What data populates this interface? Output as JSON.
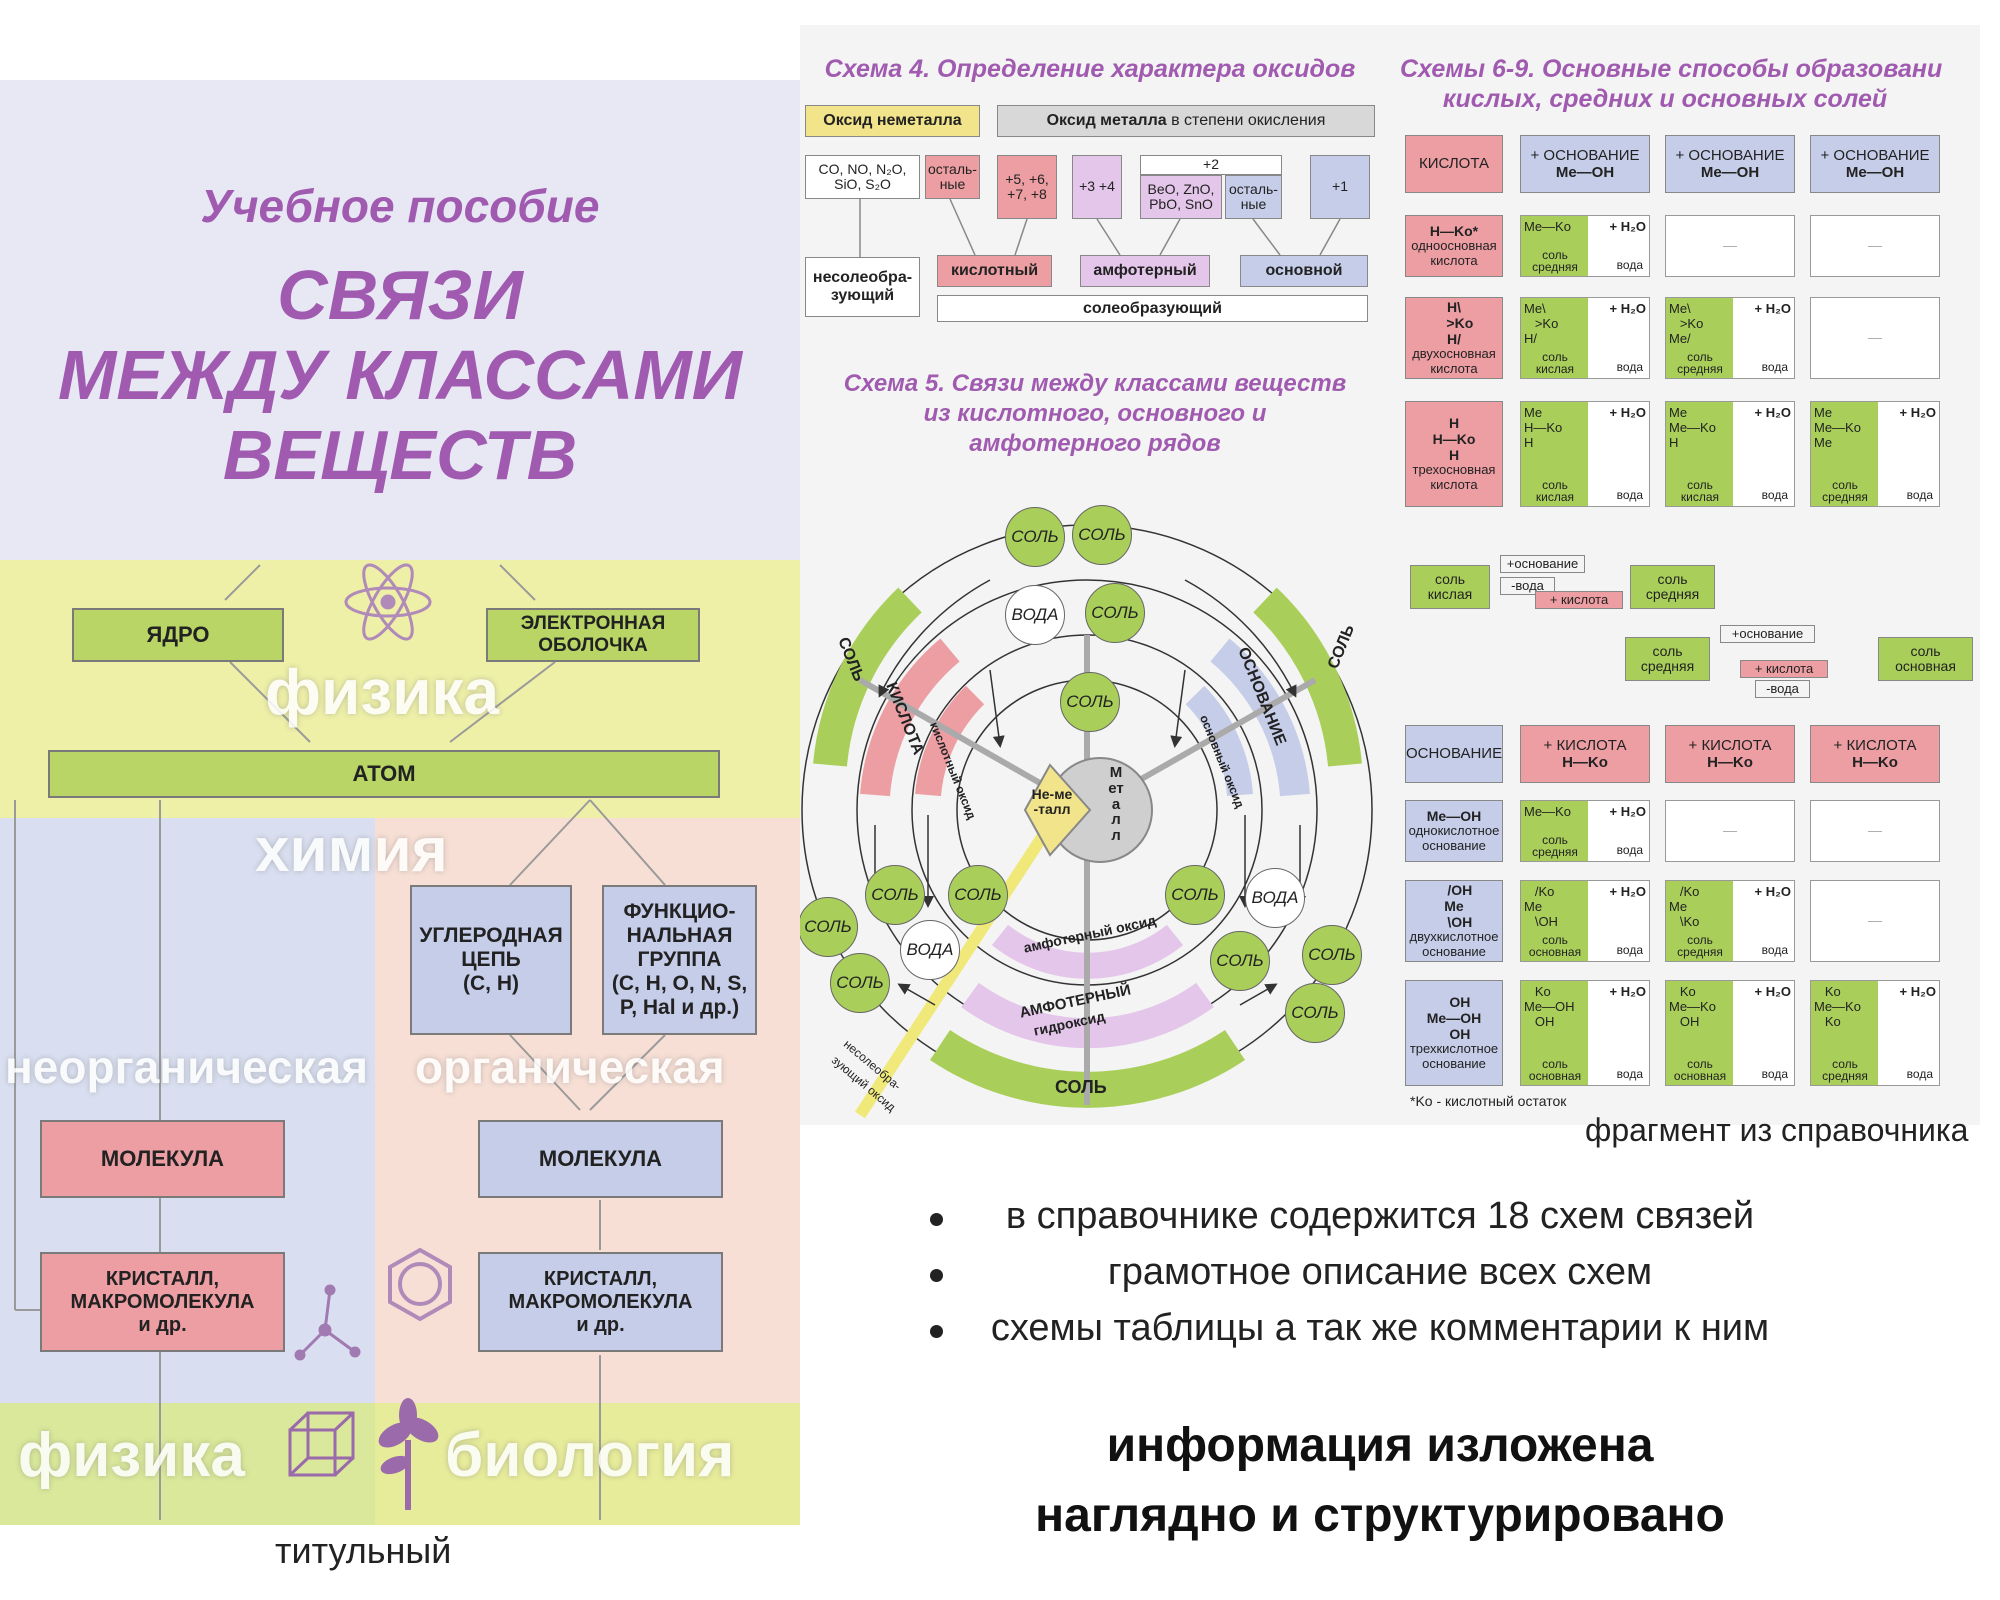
{
  "cover": {
    "subtitle": "Учебное пособие",
    "title_l1": "СВЯЗИ",
    "title_l2": "МЕЖДУ КЛАССАМИ",
    "title_l3": "ВЕЩЕСТВ",
    "nucleus": "ЯДРО",
    "shell_l1": "ЭЛЕКТРОННАЯ",
    "shell_l2": "ОБОЛОЧКА",
    "physics": "физика",
    "atom": "АТОМ",
    "chemistry": "химия",
    "carbon_l1": "УГЛЕРОДНАЯ",
    "carbon_l2": "ЦЕПЬ",
    "carbon_l3": "(C, H)",
    "func_l1": "ФУНКЦИО-",
    "func_l2": "НАЛЬНАЯ",
    "func_l3": "ГРУППА",
    "func_l4": "(C, H, O, N, S,",
    "func_l5": "P, Hal и др.)",
    "inorganic": "неорганическая",
    "organic": "органическая",
    "molecule": "МОЛЕКУЛА",
    "crystal_l1": "КРИСТАЛЛ,",
    "crystal_l2": "МАКРОМОЛЕКУЛА",
    "crystal_l3": "и др.",
    "physics2": "физика",
    "biology": "биология",
    "caption": "титульный"
  },
  "scheme4": {
    "title": "Схема 4. Определение характера оксидов",
    "nonmetal": "Оксид неметалла",
    "metal": "Оксид металла",
    "metal_suffix": "в степени окисления",
    "co_l1": "CO, NO, N₂O,",
    "co_l2": "SiO, S₂O",
    "other": "осталь-ные",
    "ox_567": "+5, +6, +7, +8",
    "ox_34": "+3 +4",
    "ox_2": "+2",
    "beo_l1": "BeO, ZnO,",
    "beo_l2": "PbO, SnO",
    "other2": "осталь-ные",
    "ox_1": "+1",
    "nonsalt_l1": "несолеобра-",
    "nonsalt_l2": "зующий",
    "acidic": "кислотный",
    "amphoteric": "амфотерный",
    "basic": "основной",
    "saltforming": "солеобразующий"
  },
  "scheme5": {
    "title_l1": "Схема 5. Связи между классами веществ",
    "title_l2": "из кислотного, основного и",
    "title_l3": "амфотерного рядов",
    "salt": "СОЛЬ",
    "water": "ВОДА",
    "acid": "КИСЛОТА",
    "acid_oxide": "кислотный оксид",
    "base": "ОСНОВАНИЕ",
    "base_oxide": "основный оксид",
    "nonmetal": "Не-ме-талл",
    "metal": "Металл",
    "amph_oxide": "амфотерный оксид",
    "amph_hydroxide_l1": "АМФОТЕРНЫЙ",
    "amph_hydroxide_l2": "гидроксид",
    "nonsalt_oxide_l1": "несолеобра-",
    "nonsalt_oxide_l2": "зующий оксид",
    "salt_arc": "СОЛЬ"
  },
  "scheme69": {
    "title_l1": "Схемы 6-9. Основные способы образовани",
    "title_l2": "кислых, средних и основных солей",
    "acid": "КИСЛОТА",
    "plus_base": "+ ОСНОВАНИЕ",
    "meoh": "Me—OH",
    "mono_acid": "одноосновная кислота",
    "di_acid": "двухосновная кислота",
    "tri_acid": "трехосновная кислота",
    "h2o": "+ H₂O",
    "salt_middle": "соль средняя",
    "salt_acid": "соль кислая",
    "salt_basic": "соль основная",
    "water": "вода",
    "dash": "—",
    "plus_osn": "+основание",
    "minus_water": "-вода",
    "plus_acid": "+ кислота",
    "base": "ОСНОВАНИЕ",
    "plus_acid_caps": "+ КИСЛОТА",
    "hko": "H—Ko",
    "mono_base": "однокислотное основание",
    "di_base": "двухкислотное основание",
    "tri_base": "трехкислотное основание",
    "footnote": "*Ko - кислотный остаток"
  },
  "fragment_caption": "фрагмент из справочника",
  "bullets": [
    "в справочнике содержится 18 схем связей",
    "грамотное описание всех схем",
    "схемы таблицы а так же комментарии к ним"
  ],
  "summary_l1": "информация изложена",
  "summary_l2": "наглядно и структурировано",
  "colors": {
    "cover_purple": "#a05bb0",
    "acid_red": "#ec9ea3",
    "base_blue": "#c6cde9",
    "salt_green": "#a9cf5a",
    "yellow_band": "#eef0a8"
  }
}
